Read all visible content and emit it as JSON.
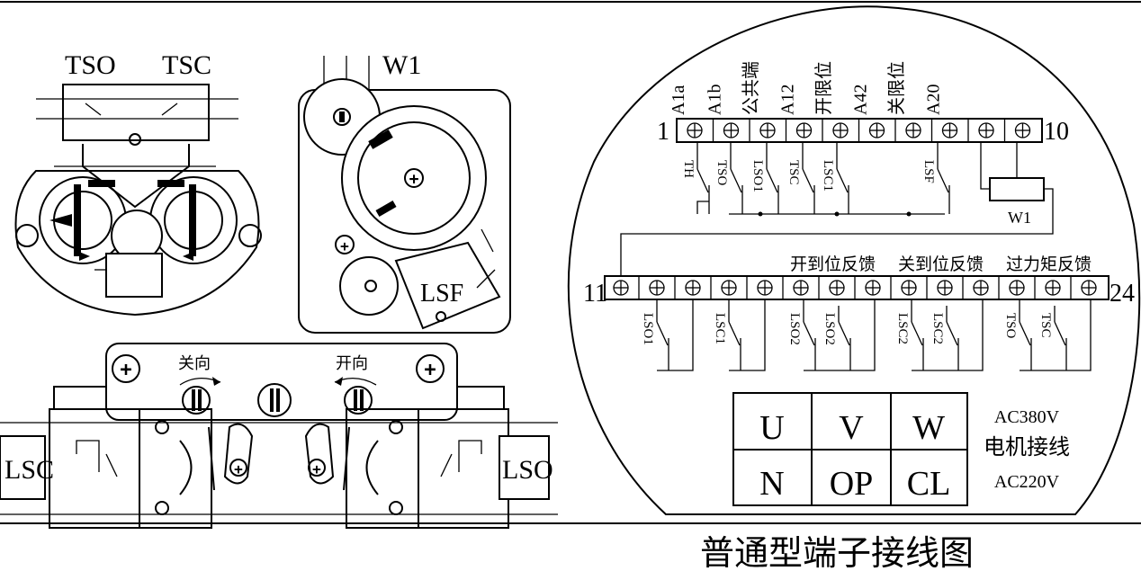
{
  "left_panel": {
    "top_left": {
      "tso": "TSO",
      "tsc": "TSC"
    },
    "top_mid": {
      "w1": "W1",
      "lsf": "LSF"
    },
    "bottom": {
      "close_dir": "关向",
      "open_dir": "开向",
      "lsc": "LSC",
      "lso": "LSO"
    }
  },
  "terminal_diagram": {
    "row1_left_num": "1",
    "row1_right_num": "10",
    "row1_labels": [
      "A1a",
      "A1b",
      "公共端",
      "A12",
      "开限位",
      "A42",
      "关限位",
      "A20"
    ],
    "row1_switches": [
      "TH",
      "TSO",
      "LSO1",
      "TSC",
      "LSC1",
      "LSF"
    ],
    "w1_label": "W1",
    "row2_left_num": "11",
    "row2_right_num": "24",
    "feedback_labels": [
      "开到位反馈",
      "关到位反馈",
      "过力矩反馈"
    ],
    "row2_switches": [
      "LSO1",
      "LSC1",
      "LSO2",
      "LSO2",
      "LSC2",
      "LSC2",
      "TSO",
      "TSC"
    ],
    "motor_table": {
      "row1": [
        "U",
        "V",
        "W"
      ],
      "row2": [
        "N",
        "OP",
        "CL"
      ],
      "voltage1": "AC380V",
      "motor_label": "电机接线",
      "voltage2": "AC220V"
    }
  },
  "caption": "普通型端子接线图"
}
